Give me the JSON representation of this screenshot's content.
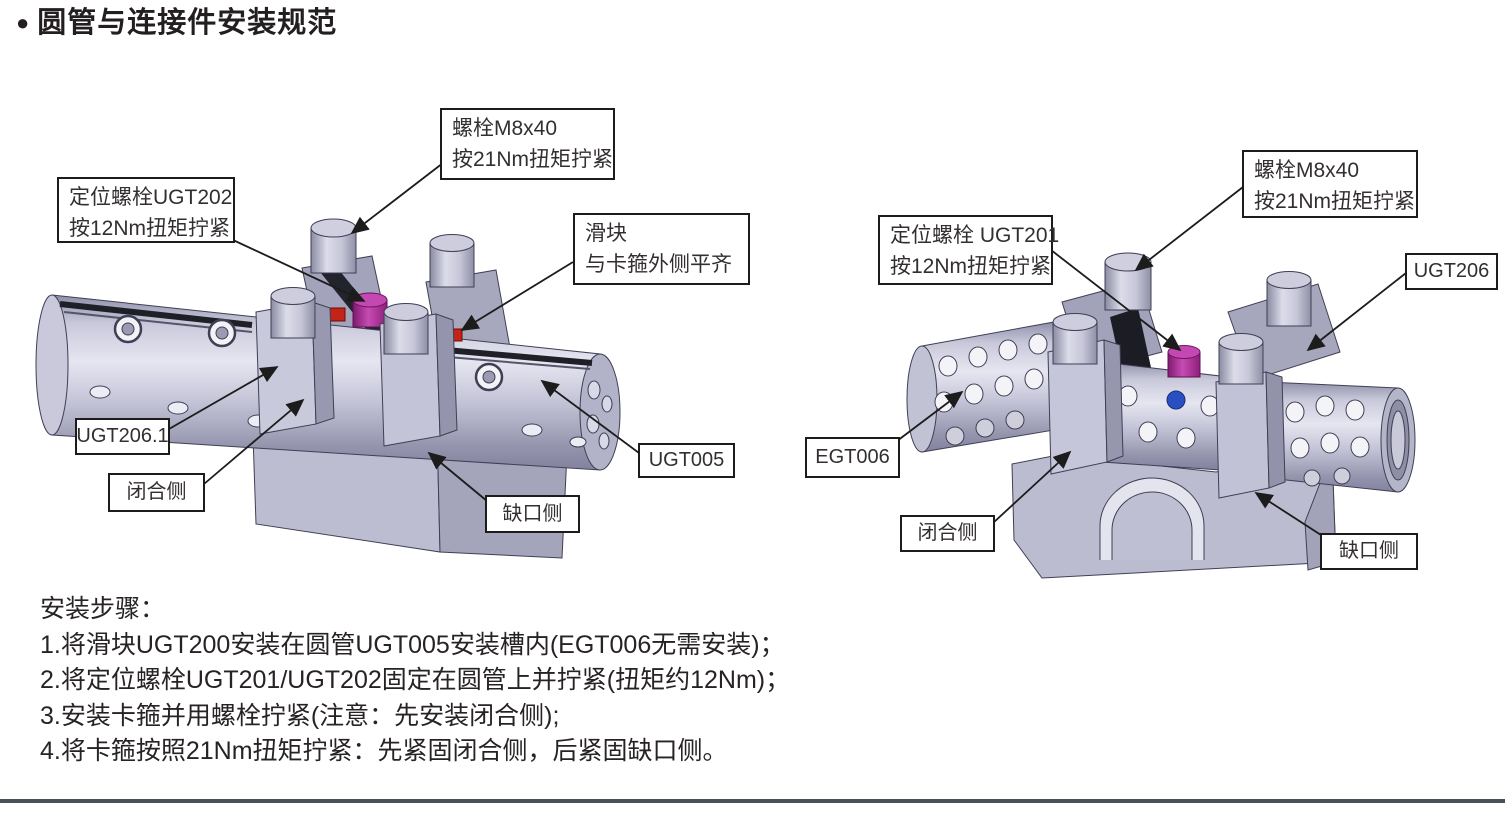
{
  "title": {
    "bullet": "●",
    "text": "圆管与连接件安装规范"
  },
  "left": {
    "callouts": {
      "bolt": {
        "line1": "螺栓M8x40",
        "line2": "按21Nm扭矩拧紧"
      },
      "positioning": {
        "line1": "定位螺栓UGT202",
        "line2": "按12Nm扭矩拧紧"
      },
      "slider": {
        "line1": "滑块",
        "line2": "与卡箍外侧平齐"
      },
      "part": "UGT206.1",
      "closed": "闭合侧",
      "tube": "UGT005",
      "notch": "缺口侧"
    }
  },
  "right": {
    "callouts": {
      "bolt": {
        "line1": "螺栓M8x40",
        "line2": "按21Nm扭矩拧紧"
      },
      "positioning": {
        "line1": "定位螺栓 UGT201",
        "line2": "按12Nm扭矩拧紧"
      },
      "clamp": "UGT206",
      "tube": "EGT006",
      "closed": "闭合侧",
      "notch": "缺口侧"
    }
  },
  "instructions": {
    "heading": "安装步骤：",
    "steps": [
      "1.将滑块UGT200安装在圆管UGT005安装槽内(EGT006无需安装)；",
      "2.将定位螺栓UGT201/UGT202固定在圆管上并拧紧(扭矩约12Nm)；",
      "3.安装卡箍并用螺栓拧紧(注意：先安装闭合侧);",
      "4.将卡箍按照21Nm扭矩拧紧：先紧固闭合侧，后紧固缺口侧。"
    ]
  },
  "colors": {
    "metal_light": "#d8d8e8",
    "metal_mid": "#bdbdd2",
    "metal_dark": "#9090a8",
    "magenta_bolt": "#a82496",
    "red_slider": "#c42318",
    "blue_screw": "#2a4fc0",
    "outline": "#3f3f55",
    "divider_line": "#47515a",
    "text": "#231f20"
  }
}
